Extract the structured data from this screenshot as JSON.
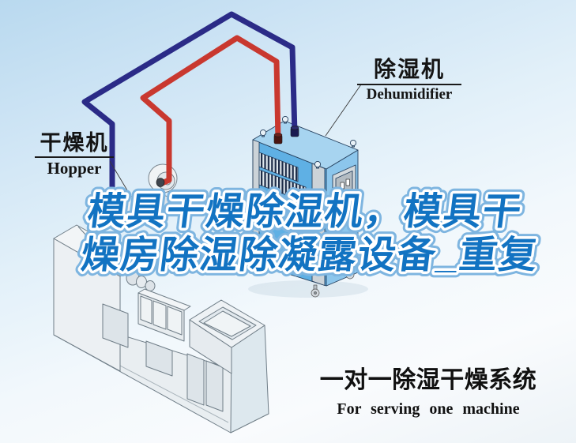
{
  "overlay_title": {
    "line1": "模具干燥除湿机，模具干",
    "line2": "燥房除湿除凝露设备_重复",
    "fill_color": "#1273c2",
    "outline_color": "#ffffff"
  },
  "labels": {
    "hopper_zh": "干燥机",
    "hopper_en": "Hopper",
    "dehumidifier_zh": "除湿机",
    "dehumidifier_en": "Dehumidifier"
  },
  "caption": {
    "zh": "一对一除湿干燥系统",
    "en": "For serving one machine"
  },
  "palette": {
    "sky_top": "#b9d9ef",
    "sky_bottom": "#edf3f7",
    "pipe_red": "#c9382f",
    "pipe_navy": "#2b2b87",
    "dehumidifier_front": "#5fb0e4",
    "dehumidifier_top": "#a7d4f0",
    "dehumidifier_side": "#8cc6ec",
    "machine_body": "#e9eef1"
  }
}
